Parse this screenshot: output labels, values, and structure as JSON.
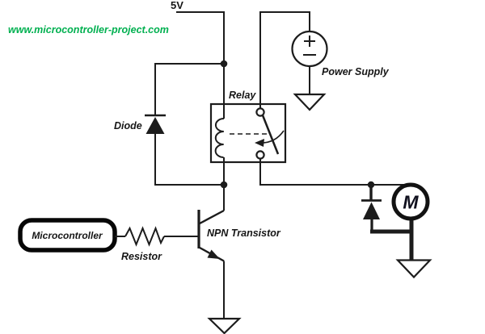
{
  "diagram": {
    "type": "circuit-schematic",
    "description": "Relay driver circuit: microcontroller drives NPN transistor through resistor to energize relay coil (with flyback diode) switching a motor from a power supply",
    "colors": {
      "background": "#ffffff",
      "wire": "#1c1c1c",
      "watermark_green": "#00b050"
    },
    "watermark": {
      "text": "www.microcontroller-project.com"
    },
    "labels": {
      "supply": "5V",
      "relay": "Relay",
      "diode": "Diode",
      "power_supply": "Power Supply",
      "microcontroller": "Microcontroller",
      "resistor": "Resistor",
      "transistor": "NPN Transistor",
      "motor": "M"
    },
    "components": [
      {
        "name": "supply-rail",
        "label": "5V"
      },
      {
        "name": "flyback-diode",
        "label": "Diode"
      },
      {
        "name": "relay",
        "label": "Relay",
        "parts": [
          "coil",
          "switch-common-contact",
          "switch-no-contact",
          "actuation-dashed-link"
        ]
      },
      {
        "name": "power-supply-source",
        "label": "Power Supply",
        "symbol": "circle-plus-minus"
      },
      {
        "name": "microcontroller-block",
        "label": "Microcontroller"
      },
      {
        "name": "base-resistor",
        "label": "Resistor"
      },
      {
        "name": "npn-transistor",
        "label": "NPN Transistor"
      },
      {
        "name": "motor",
        "label": "M"
      },
      {
        "name": "motor-flyback-diode"
      },
      {
        "name": "ground-power-supply"
      },
      {
        "name": "ground-emitter"
      },
      {
        "name": "ground-motor"
      }
    ]
  }
}
